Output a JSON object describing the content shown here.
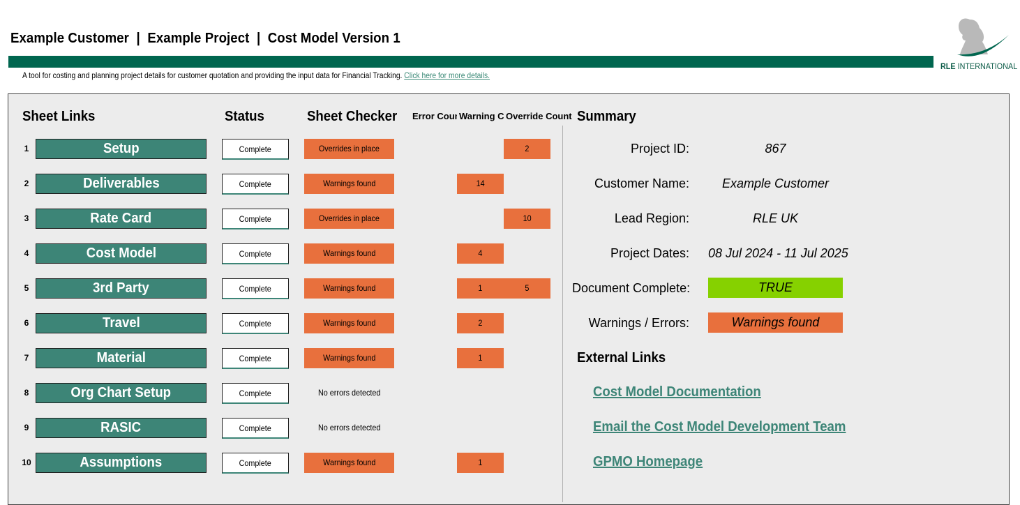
{
  "header": {
    "title": "Example Customer  |  Example Project  |  Cost Model Version 1",
    "description": "A tool for costing and planning project details for customer quotation and providing the input data for Financial Tracking.",
    "details_link": "Click here for more details.",
    "logo_brand": "RLE",
    "logo_suffix": "INTERNATIONAL",
    "brand_color": "#00664f"
  },
  "columns": {
    "sheet_links": "Sheet Links",
    "status": "Status",
    "sheet_checker": "Sheet Checker",
    "error_count": "Error Count",
    "warning_count": "Warning Count",
    "override_count": "Override Count",
    "summary": "Summary"
  },
  "rows": [
    {
      "num": "1",
      "name": "Setup",
      "status": "Complete",
      "checker": "Overrides in place",
      "flag": true,
      "errors": "",
      "warnings": "",
      "overrides": "2"
    },
    {
      "num": "2",
      "name": "Deliverables",
      "status": "Complete",
      "checker": "Warnings found",
      "flag": true,
      "errors": "",
      "warnings": "14",
      "overrides": ""
    },
    {
      "num": "3",
      "name": "Rate Card",
      "status": "Complete",
      "checker": "Overrides in place",
      "flag": true,
      "errors": "",
      "warnings": "",
      "overrides": "10"
    },
    {
      "num": "4",
      "name": "Cost Model",
      "status": "Complete",
      "checker": "Warnings found",
      "flag": true,
      "errors": "",
      "warnings": "4",
      "overrides": ""
    },
    {
      "num": "5",
      "name": "3rd Party",
      "status": "Complete",
      "checker": "Warnings found",
      "flag": true,
      "errors": "",
      "warnings": "1",
      "overrides": "5"
    },
    {
      "num": "6",
      "name": "Travel",
      "status": "Complete",
      "checker": "Warnings found",
      "flag": true,
      "errors": "",
      "warnings": "2",
      "overrides": ""
    },
    {
      "num": "7",
      "name": "Material",
      "status": "Complete",
      "checker": "Warnings found",
      "flag": true,
      "errors": "",
      "warnings": "1",
      "overrides": ""
    },
    {
      "num": "8",
      "name": "Org Chart Setup",
      "status": "Complete",
      "checker": "No errors detected",
      "flag": false,
      "errors": "",
      "warnings": "",
      "overrides": ""
    },
    {
      "num": "9",
      "name": "RASIC",
      "status": "Complete",
      "checker": "No errors detected",
      "flag": false,
      "errors": "",
      "warnings": "",
      "overrides": ""
    },
    {
      "num": "10",
      "name": "Assumptions",
      "status": "Complete",
      "checker": "Warnings found",
      "flag": true,
      "errors": "",
      "warnings": "1",
      "overrides": ""
    }
  ],
  "summary": {
    "project_id_label": "Project ID:",
    "project_id": "867",
    "customer_label": "Customer Name:",
    "customer": "Example Customer",
    "region_label": "Lead Region:",
    "region": "RLE UK",
    "dates_label": "Project Dates:",
    "dates": "08 Jul 2024 - 11 Jul 2025",
    "complete_label": "Document Complete:",
    "complete": "TRUE",
    "warnings_label": "Warnings / Errors:",
    "warnings": "Warnings found"
  },
  "external": {
    "heading": "External Links",
    "links": [
      "Cost Model Documentation",
      "Email the Cost Model Development Team",
      "GPMO Homepage"
    ]
  },
  "colors": {
    "button_green": "#3d8577",
    "flag_orange": "#e8703d",
    "true_green": "#86d100"
  }
}
